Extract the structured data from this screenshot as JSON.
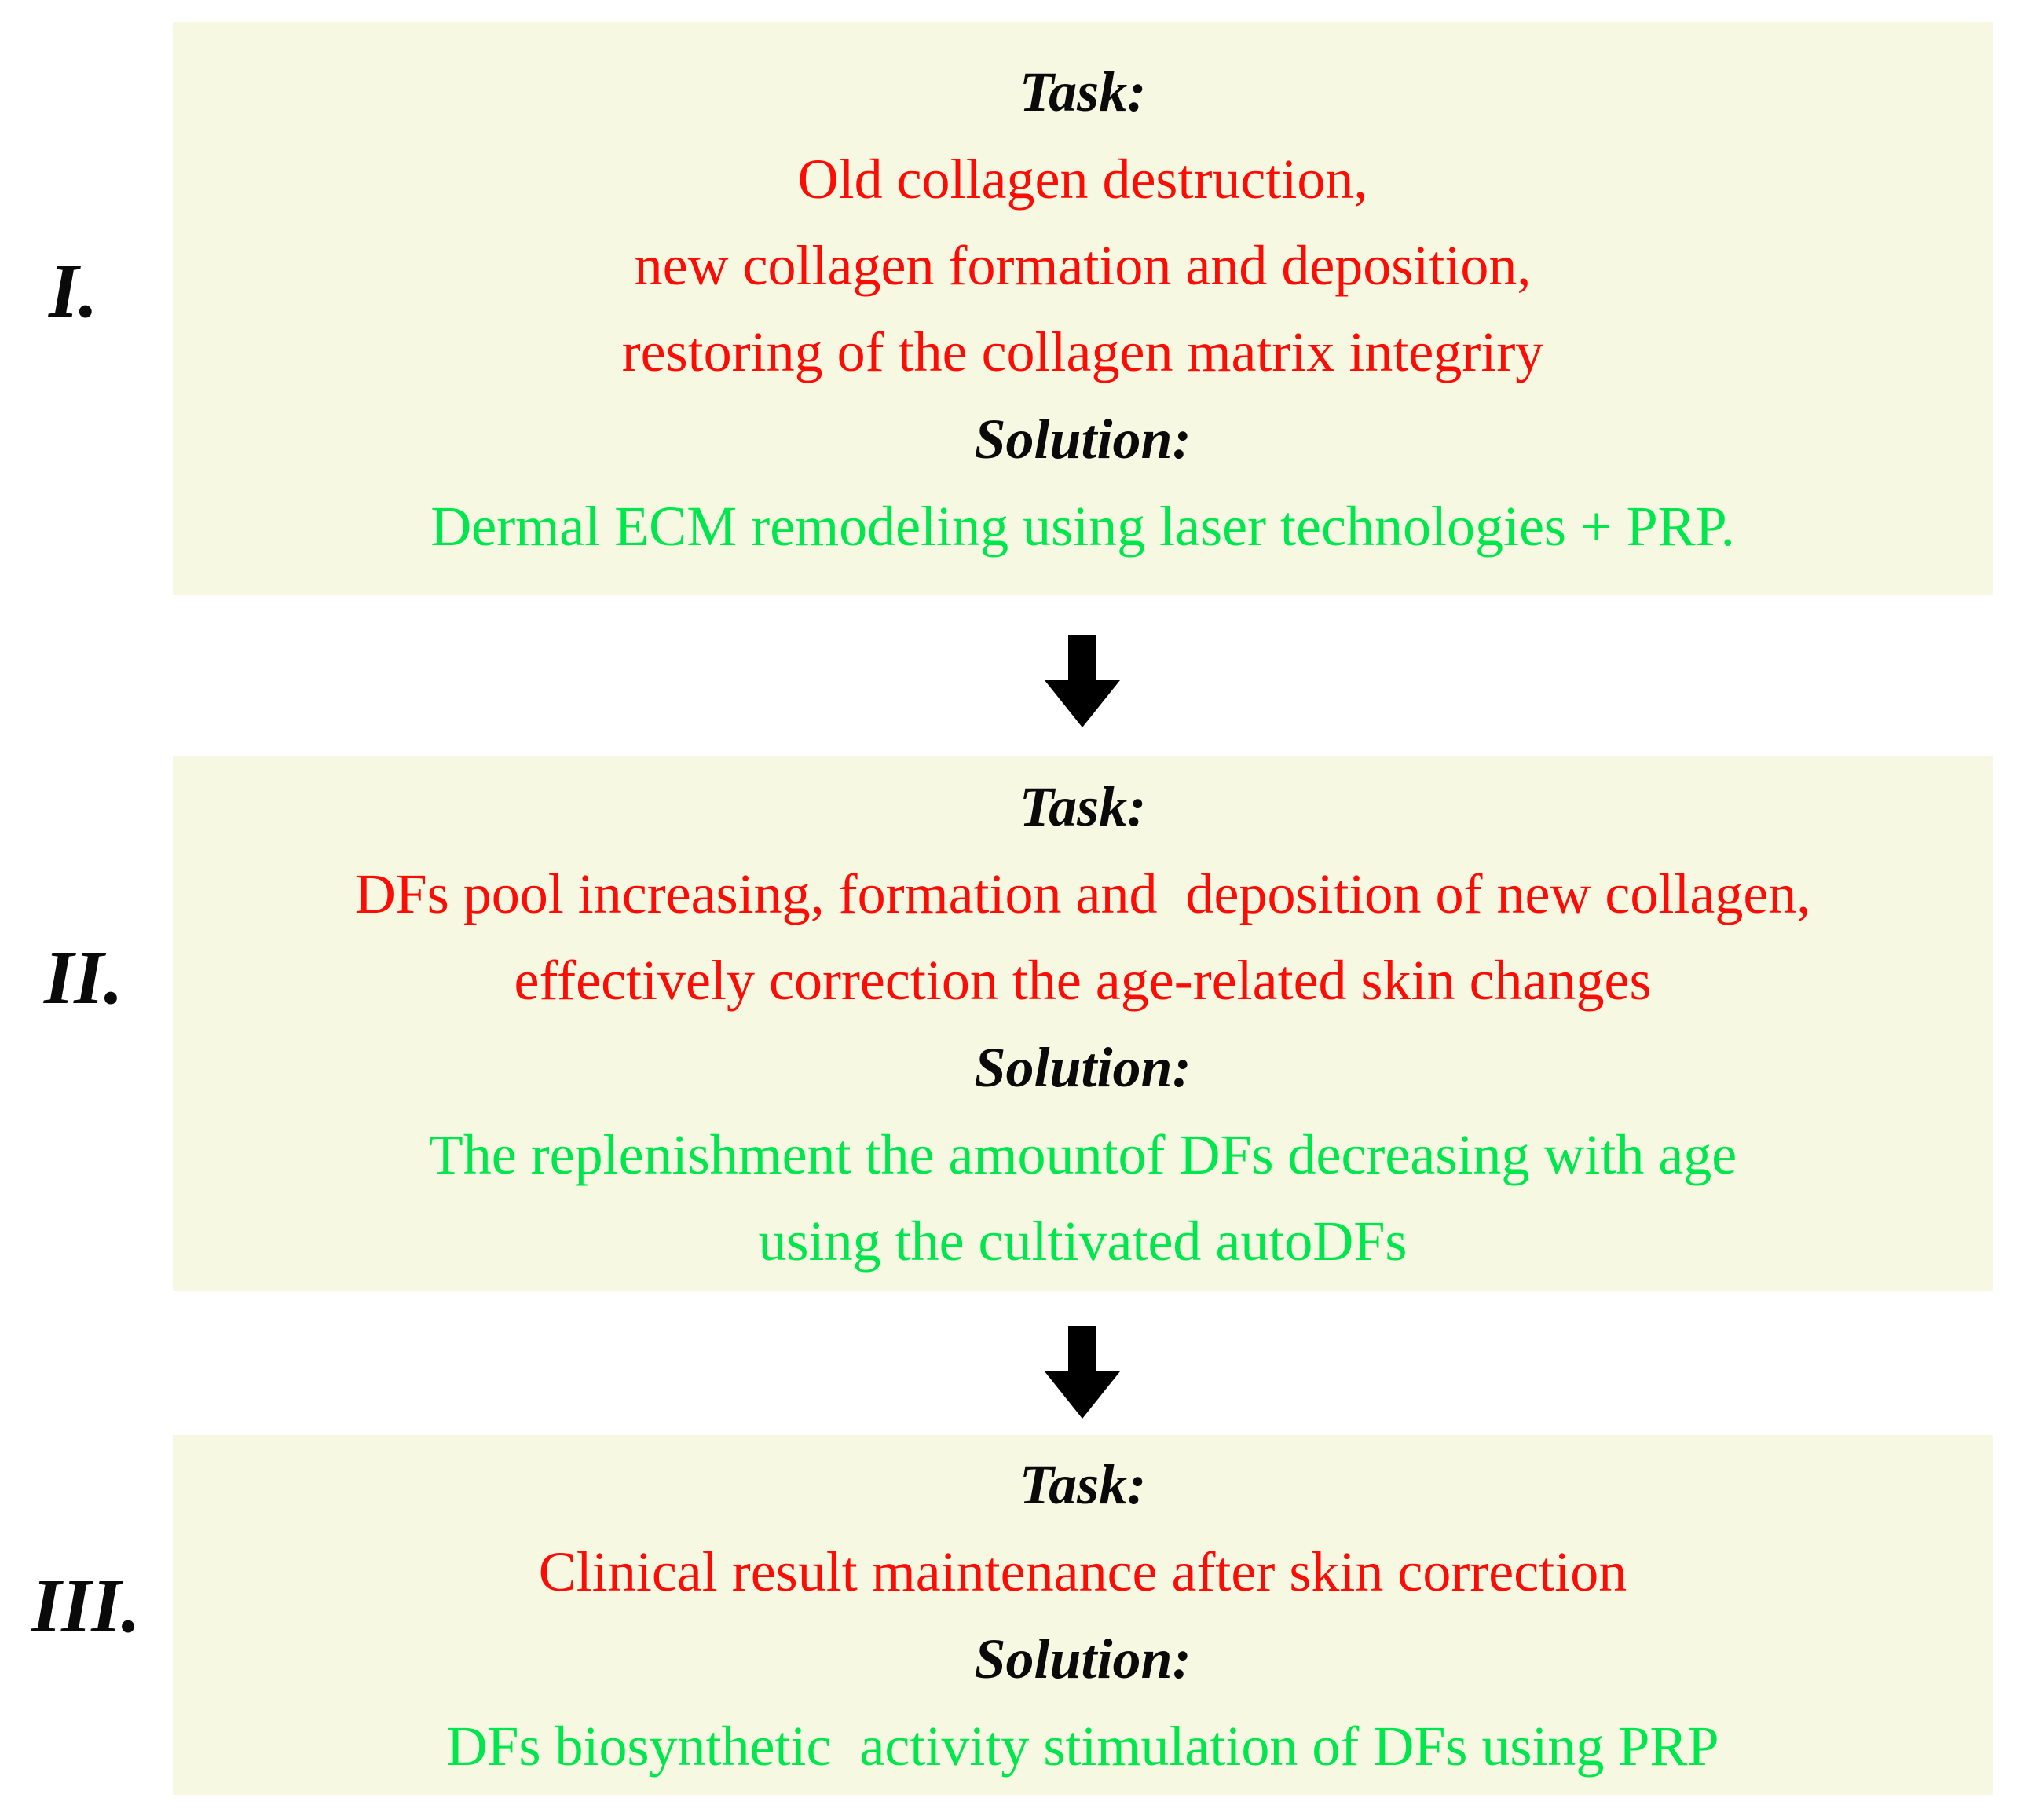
{
  "colors": {
    "box_bg": "#f6f8e2",
    "task_text": "#fb0c05",
    "solution_text": "#00e64d",
    "label_text": "#0a0a0a",
    "arrow": "#000000"
  },
  "arrows": [
    {
      "icon": "down-arrow"
    },
    {
      "icon": "down-arrow"
    }
  ],
  "stages": [
    {
      "numeral": "I.",
      "task_label": "Task:",
      "task_lines": [
        "Old collagen destruction,",
        "new collagen formation and deposition,",
        "restoring of the collagen matrix integriry"
      ],
      "solution_label": "Solution:",
      "solution_lines": [
        "Dermal ECM remodeling using laser technologies + PRP."
      ]
    },
    {
      "numeral": "II.",
      "task_label": "Task:",
      "task_lines": [
        "DFs pool increasing, formation and  deposition of new collagen,",
        "effectively correction the age-related skin changes"
      ],
      "solution_label": "Solution:",
      "solution_lines": [
        "The replenishment the amountof DFs decreasing with age",
        "using the cultivated autoDFs"
      ]
    },
    {
      "numeral": "III.",
      "task_label": "Task:",
      "task_lines": [
        "Clinical result maintenance after skin correction"
      ],
      "solution_label": "Solution:",
      "solution_lines": [
        "DFs biosynthetic  activity stimulation of DFs using PRP"
      ]
    }
  ]
}
